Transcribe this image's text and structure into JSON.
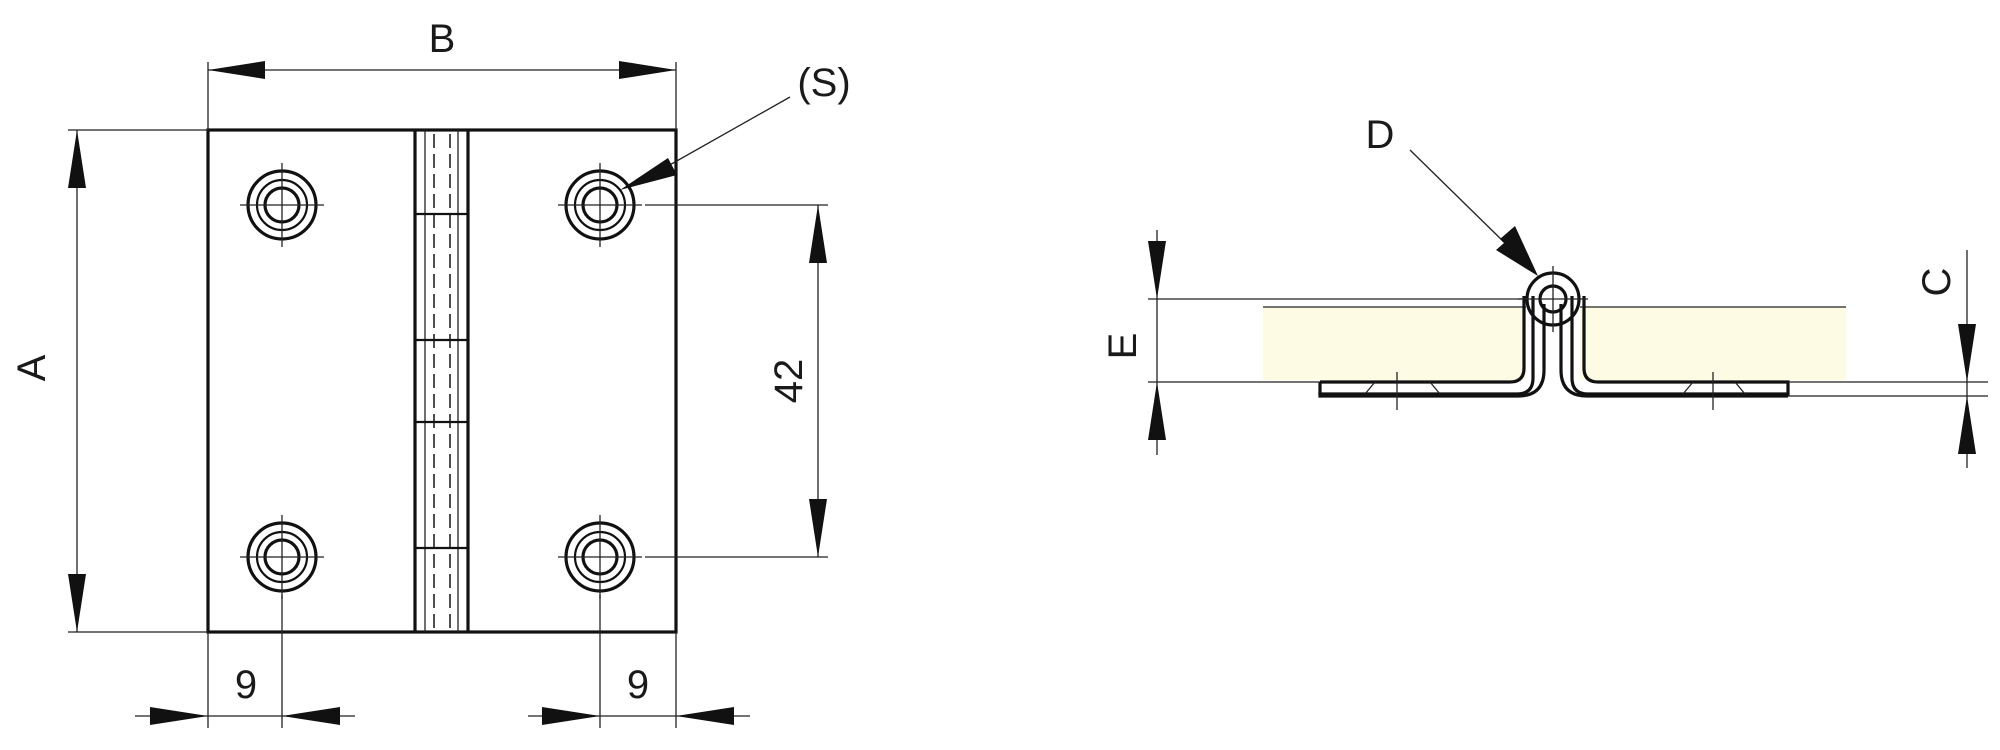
{
  "labels": {
    "dim_B": "B",
    "dim_A": "A",
    "dim_42": "42",
    "dim_9_left": "9",
    "dim_9_right": "9",
    "callout_S": "(S)",
    "callout_D": "D",
    "dim_E": "E",
    "dim_C": "C"
  },
  "colors": {
    "line": "#111111",
    "door_fill": "#fdfbe3"
  }
}
